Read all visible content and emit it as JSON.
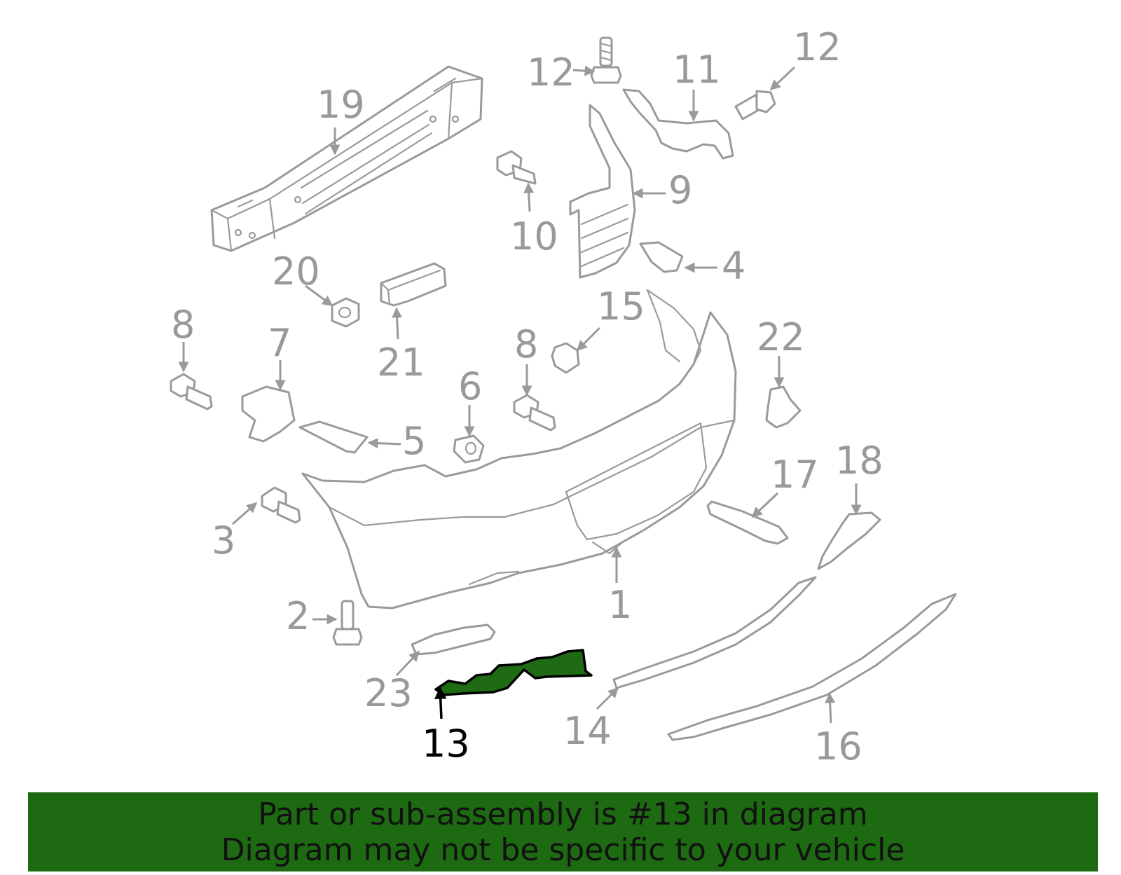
{
  "diagram": {
    "highlighted_part": "13",
    "highlight_color": "#1d6a12",
    "callouts": [
      "1",
      "2",
      "3",
      "4",
      "5",
      "6",
      "7",
      "8",
      "8",
      "9",
      "10",
      "11",
      "12",
      "12",
      "13",
      "14",
      "15",
      "16",
      "17",
      "18",
      "19",
      "20",
      "21",
      "22",
      "23"
    ]
  },
  "banner": {
    "line1": "Part or sub-assembly is #13 in diagram",
    "line2": "Diagram may not be specific to your vehicle",
    "background": "#1d6a12"
  }
}
